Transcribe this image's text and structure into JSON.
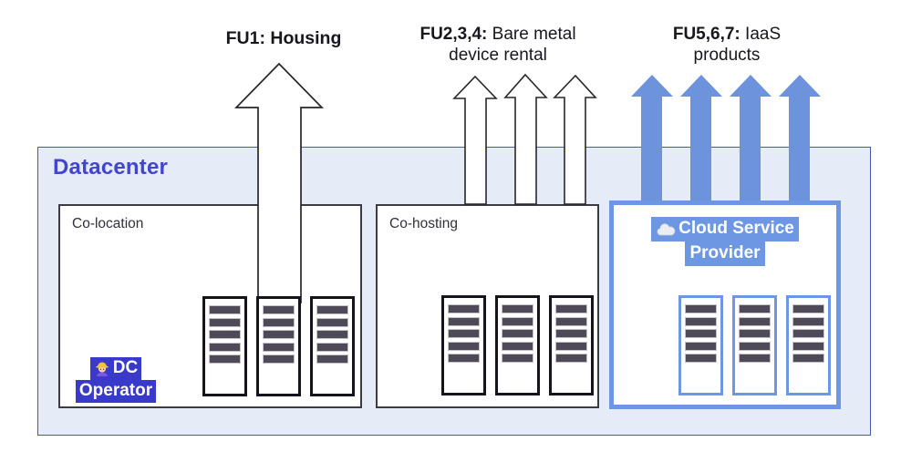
{
  "flows": [
    {
      "id": "FU1",
      "label": "FU1: Housing",
      "arrows": 1,
      "arrow_style": "white-outlined"
    },
    {
      "id": "FU2,3,4",
      "label_bold": "FU2,3,4:",
      "label_rest": "Bare metal",
      "label_line2": "device rental",
      "arrows": 3,
      "arrow_style": "white-outlined"
    },
    {
      "id": "FU5,6,7",
      "label_bold": "FU5,6,7:",
      "label_rest": "IaaS",
      "label_line2": "products",
      "arrows": 4,
      "arrow_style": "solid-blue"
    }
  ],
  "datacenter": {
    "label": "Datacenter",
    "sections": [
      {
        "label": "Co-location",
        "racks": 3,
        "rack_style": "black",
        "badge": {
          "line1": "DC",
          "line2": "Operator",
          "icon": "construction-worker"
        }
      },
      {
        "label": "Co-hosting",
        "racks": 3,
        "rack_style": "black"
      },
      {
        "label": "Cloud Service Provider",
        "racks": 3,
        "rack_style": "blue",
        "badge": {
          "line1": "Cloud Service",
          "line2": "Provider",
          "icon": "cloud"
        }
      }
    ]
  },
  "colors": {
    "datacenter_bg": "#E6EBF8",
    "datacenter_border": "#4A53C4",
    "datacenter_title": "#4245CE",
    "section_border_dark": "#3B3B46",
    "cloud_accent": "#6D97E2",
    "solid_arrow_blue": "#6D93DD",
    "operator_badge_bg": "#3A3ACA",
    "rack_bar": "#4E4A58"
  }
}
